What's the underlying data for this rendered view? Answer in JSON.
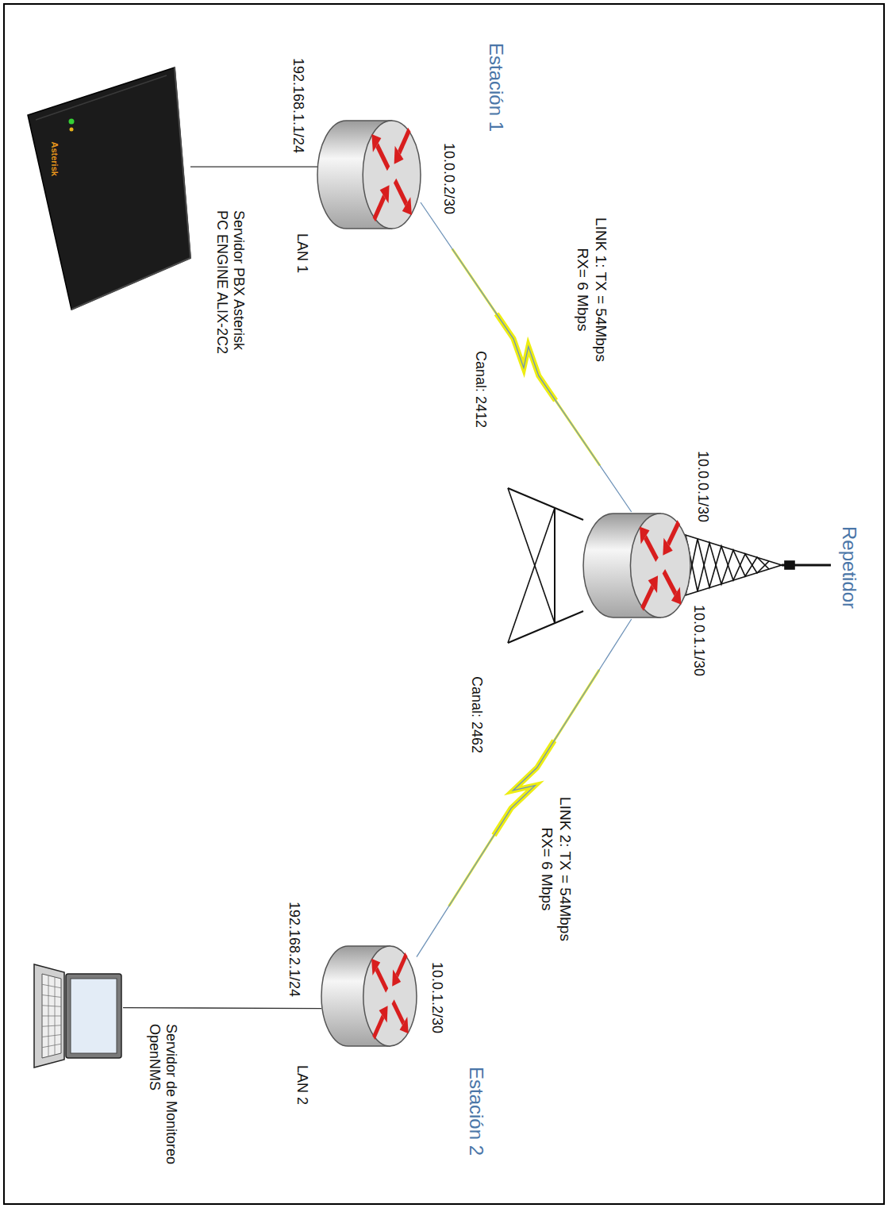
{
  "diagram": {
    "nodes": [
      {
        "text": [
          "Estación 1"
        ]
      },
      {
        "text": [
          "Repetidor"
        ]
      },
      {
        "text": [
          "Estación 2"
        ]
      },
      {
        "text": [
          "Servidor PBX Asterisk PC ENGINE ALIX-2C2"
        ]
      },
      {
        "text": [
          "Servidor de Monitoreo OpenNMS"
        ]
      }
    ],
    "edges": [
      {
        "from": 0,
        "to": 1,
        "arrow": "none",
        "label": "LINK 1: TX = 54Mbps RX= 6 Mbps"
      },
      {
        "from": 1,
        "to": 2,
        "arrow": "none",
        "label": "LINK 2: TX = 54Mbps RX= 6 Mbps"
      },
      {
        "from": 0,
        "to": 3,
        "arrow": "none"
      },
      {
        "from": 2,
        "to": 4,
        "arrow": "none"
      }
    ],
    "labels": [
      "10.0.0.2/30",
      "192.168.1.1/24",
      "LAN 1",
      "Canal: 2412",
      "10.0.0.1/30",
      "10.0.1.1/30",
      "Canal: 2462",
      "10.0.1.2/30",
      "192.168.2.1/24",
      "LAN 2",
      "Asterisk"
    ]
  }
}
